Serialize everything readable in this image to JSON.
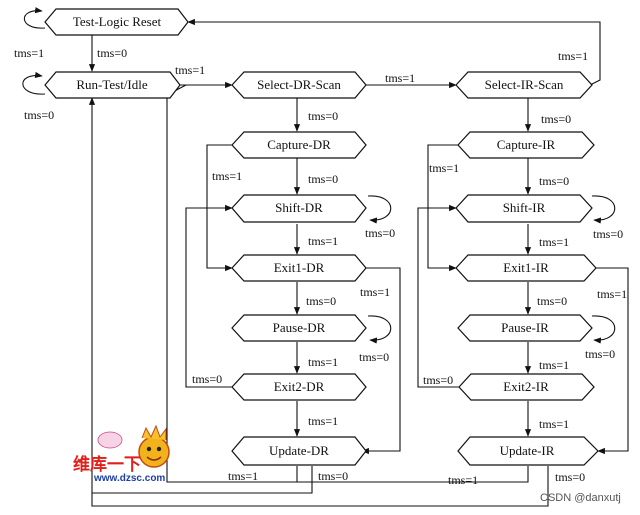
{
  "states": {
    "test_logic_reset": "Test-Logic Reset",
    "run_test_idle": "Run-Test/Idle",
    "select_dr_scan": "Select-DR-Scan",
    "select_ir_scan": "Select-IR-Scan",
    "capture_dr": "Capture-DR",
    "shift_dr": "Shift-DR",
    "exit1_dr": "Exit1-DR",
    "pause_dr": "Pause-DR",
    "exit2_dr": "Exit2-DR",
    "update_dr": "Update-DR",
    "capture_ir": "Capture-IR",
    "shift_ir": "Shift-IR",
    "exit1_ir": "Exit1-IR",
    "pause_ir": "Pause-IR",
    "exit2_ir": "Exit2-IR",
    "update_ir": "Update-IR"
  },
  "edge_labels": {
    "tlr_self": "tms=1",
    "tlr_to_rti": "tms=0",
    "rti_self": "tms=0",
    "rti_to_seldr": "tms=1",
    "seldr_to_selir": "tms=1",
    "selir_to_tlr": "tms=1",
    "seldr_to_capdr": "tms=0",
    "capdr_to_shiftdr": "tms=0",
    "capdr_to_exit1dr": "tms=1",
    "shiftdr_self": "tms=0",
    "shiftdr_to_exit1dr": "tms=1",
    "exit1dr_to_pausedr": "tms=0",
    "exit1dr_to_updatedr": "tms=1",
    "pausedr_self": "tms=0",
    "pausedr_to_exit2dr": "tms=1",
    "exit2dr_to_shiftdr": "tms=0",
    "exit2dr_to_updatedr": "tms=1",
    "updatedr_to_seldr": "tms=1",
    "updatedr_to_rti": "tms=0",
    "selir_to_capir": "tms=0",
    "capir_to_shiftir": "tms=0",
    "capir_to_exit1ir": "tms=1",
    "shiftir_self": "tms=0",
    "shiftir_to_exit1ir": "tms=1",
    "exit1ir_to_pauseir": "tms=0",
    "exit1ir_to_updateir": "tms=1",
    "pauseir_self": "tms=0",
    "pauseir_to_exit2ir": "tms=1",
    "exit2ir_to_shiftir": "tms=0",
    "exit2ir_to_updateir": "tms=1",
    "updateir_to_seldr": "tms=1",
    "updateir_to_rti": "tms=0"
  },
  "watermark": {
    "chinese_text": "维库一下",
    "url": "www.dzsc.com"
  },
  "credit": "CSDN @danxutj"
}
